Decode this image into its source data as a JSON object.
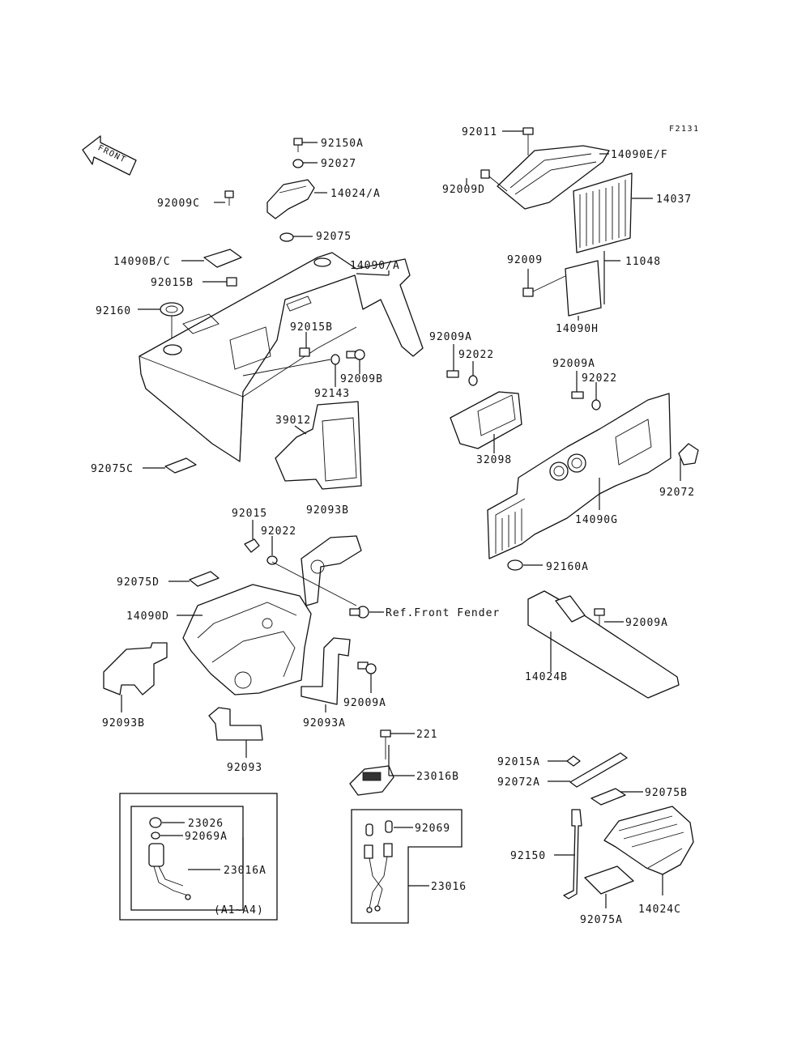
{
  "figure_code": "F2131",
  "front_arrow": "FRONT",
  "labels": {
    "p92150A": "92150A",
    "p92027": "92027",
    "p14024A": "14024/A",
    "p92009C": "92009C",
    "p92075": "92075",
    "p14090A": "14090/A",
    "p14090BC": "14090B/C",
    "p92015B_1": "92015B",
    "p92160": "92160",
    "p92015B_2": "92015B",
    "p92143": "92143",
    "p92009B": "92009B",
    "p39012": "39012",
    "p92075C": "92075C",
    "p92093B_1": "92093B",
    "p92011": "92011",
    "p14090EF": "14090E/F",
    "p92009D": "92009D",
    "p14037": "14037",
    "p92009": "92009",
    "p11048": "11048",
    "p14090H": "14090H",
    "p92009A_1": "92009A",
    "p92022_1": "92022",
    "p32098": "32098",
    "p92009A_2": "92009A",
    "p92022_2": "92022",
    "p92072": "92072",
    "p14090G": "14090G",
    "p92160A": "92160A",
    "p92015": "92015",
    "p92022_3": "92022",
    "p92075D": "92075D",
    "p14090D": "14090D",
    "pRefFront": "Ref.Front Fender",
    "p92093B_2": "92093B",
    "p92093A": "92093A",
    "p92009A_3": "92009A",
    "p92093": "92093",
    "p92009A_4": "92009A",
    "p14024B": "14024B",
    "p221": "221",
    "p23016B": "23016B",
    "p92015A": "92015A",
    "p92072A": "92072A",
    "p92075B": "92075B",
    "p23026": "23026",
    "p92069A": "92069A",
    "p23016A": "23016A",
    "pA1A4": "(A1~A4)",
    "p92069": "92069",
    "p23016": "23016",
    "p92150": "92150",
    "p92075A": "92075A",
    "p14024C": "14024C"
  }
}
